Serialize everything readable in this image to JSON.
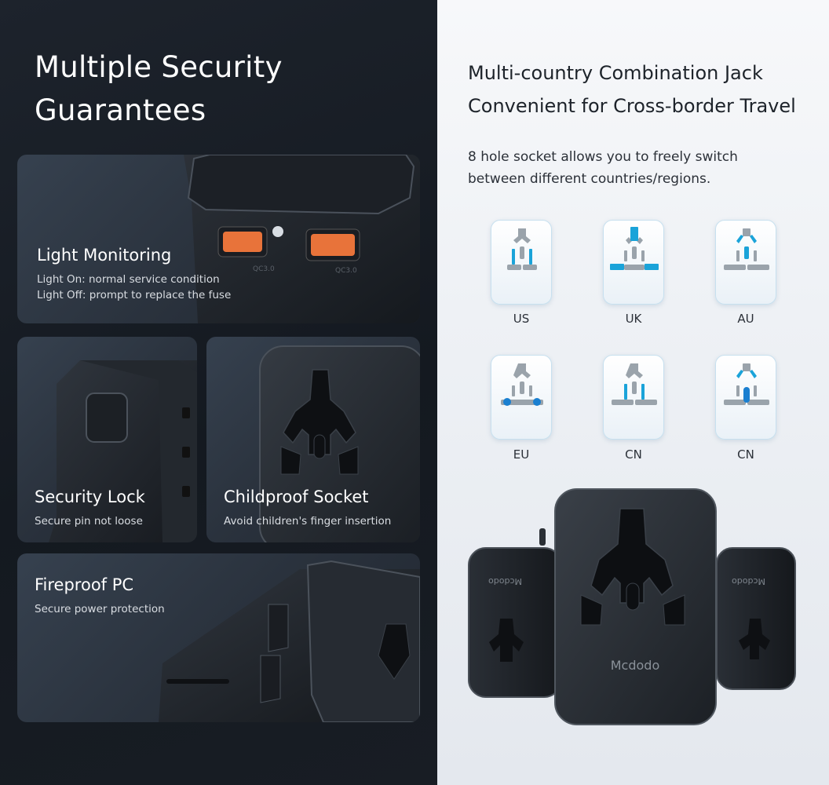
{
  "left": {
    "title_line1": "Multiple Security",
    "title_line2": "Guarantees",
    "cards": {
      "light": {
        "title": "Light Monitoring",
        "line1": "Light On:  normal service condition",
        "line2": "Light Off: prompt to replace the fuse"
      },
      "lock": {
        "title": "Security Lock",
        "line1": "Secure pin not loose"
      },
      "child": {
        "title": "Childproof Socket",
        "line1": "Avoid children's finger insertion"
      },
      "fire": {
        "title": "Fireproof PC",
        "line1": "Secure power protection"
      }
    }
  },
  "right": {
    "title_line1": "Multi-country Combination Jack",
    "title_line2": "Convenient for Cross-border Travel",
    "desc_line1": "8 hole socket allows you to freely switch",
    "desc_line2": "between different countries/regions.",
    "plugs": [
      {
        "label": "US"
      },
      {
        "label": "UK"
      },
      {
        "label": "AU"
      },
      {
        "label": "EU"
      },
      {
        "label": "CN"
      },
      {
        "label": "CN"
      }
    ],
    "brand": "Mcdodo"
  },
  "colors": {
    "accent_blue": "#1aa3d9",
    "usb_orange": "#e8733a",
    "dark_bg": "#161b22",
    "light_bg": "#eef1f5"
  }
}
